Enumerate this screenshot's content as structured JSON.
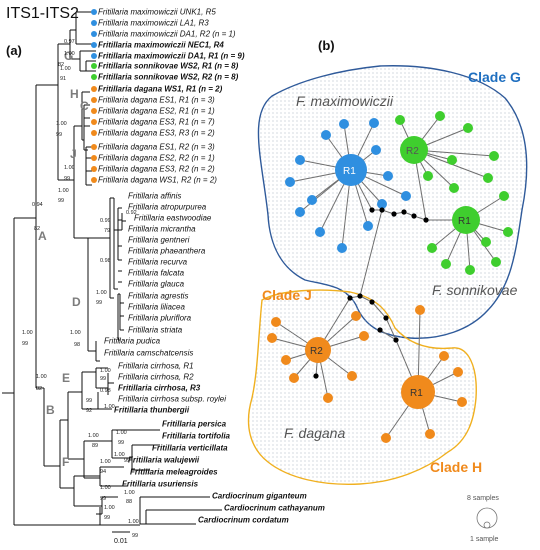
{
  "title": "ITS1-ITS2",
  "panel_a": "(a)",
  "panel_b": "(b)",
  "tree": {
    "tips": [
      {
        "label": "Fritillaria maximowiczii UNK1, R5",
        "bold": false,
        "dot": "#2f8fe0"
      },
      {
        "label": "Fritillaria maximowiczii LA1, R3",
        "bold": false,
        "dot": "#2f8fe0"
      },
      {
        "label": "Fritillaria maximowiczii DA1, R2 (n = 1)",
        "bold": false,
        "dot": "#2f8fe0"
      },
      {
        "label": "Fritillaria maximowiczii NEC1, R4",
        "bold": true,
        "dot": "#2f8fe0"
      },
      {
        "label": "Fritillaria maximowiczii DA1, R1 (n = 9)",
        "bold": true,
        "dot": "#2f8fe0"
      },
      {
        "label": "Fritillaria sonnikovae WS2, R1 (n = 8)",
        "bold": true,
        "dot": "#3fce2e"
      },
      {
        "label": "Fritillaria sonnikovae WS2, R2 (n = 8)",
        "bold": true,
        "dot": "#3fce2e"
      },
      {
        "label": "Fritillaria dagana WS1, R1 (n = 2)",
        "bold": true,
        "dot": "#f08a1c"
      },
      {
        "label": "Fritillaria dagana ES1, R1 (n = 3)",
        "bold": false,
        "dot": "#f08a1c"
      },
      {
        "label": "Fritillaria dagana ES2, R1 (n = 1)",
        "bold": false,
        "dot": "#f08a1c"
      },
      {
        "label": "Fritillaria dagana ES3, R1 (n = 7)",
        "bold": false,
        "dot": "#f08a1c"
      },
      {
        "label": "Fritillaria dagana ES3, R3 (n = 2)",
        "bold": false,
        "dot": "#f08a1c"
      },
      {
        "label": "Fritillaria dagana ES1, R2 (n = 3)",
        "bold": false,
        "dot": "#f08a1c"
      },
      {
        "label": "Fritillaria dagana ES2, R2 (n = 1)",
        "bold": false,
        "dot": "#f08a1c"
      },
      {
        "label": "Fritillaria dagana ES3, R2 (n = 2)",
        "bold": false,
        "dot": "#f08a1c"
      },
      {
        "label": "Fritillaria dagana WS1, R2 (n = 2)",
        "bold": false,
        "dot": "#f08a1c"
      },
      {
        "label": "Fritillaria affinis",
        "bold": false,
        "dot": ""
      },
      {
        "label": "Fritillaria atropurpurea",
        "bold": false,
        "dot": ""
      },
      {
        "label": "Fritillaria eastwoodiae",
        "bold": false,
        "dot": ""
      },
      {
        "label": "Fritillaria micrantha",
        "bold": false,
        "dot": ""
      },
      {
        "label": "Fritillaria gentneri",
        "bold": false,
        "dot": ""
      },
      {
        "label": "Fritillaria phaeanthera",
        "bold": false,
        "dot": ""
      },
      {
        "label": "Fritillaria recurva",
        "bold": false,
        "dot": ""
      },
      {
        "label": "Fritillaria falcata",
        "bold": false,
        "dot": ""
      },
      {
        "label": "Fritillaria glauca",
        "bold": false,
        "dot": ""
      },
      {
        "label": "Fritillaria agrestis",
        "bold": false,
        "dot": ""
      },
      {
        "label": "Fritillaria liliacea",
        "bold": false,
        "dot": ""
      },
      {
        "label": "Fritillaria pluriflora",
        "bold": false,
        "dot": ""
      },
      {
        "label": "Fritillaria striata",
        "bold": false,
        "dot": ""
      },
      {
        "label": "Fritillaria pudica",
        "bold": false,
        "dot": ""
      },
      {
        "label": "Fritillaria camschatcensis",
        "bold": false,
        "dot": ""
      },
      {
        "label": "Fritillaria cirrhosa, R1",
        "bold": false,
        "dot": ""
      },
      {
        "label": "Fritillaria cirrhosa, R2",
        "bold": false,
        "dot": ""
      },
      {
        "label": "Fritillaria cirrhosa, R3",
        "bold": true,
        "dot": ""
      },
      {
        "label": "Fritillaria cirrhosa subsp. roylei",
        "bold": false,
        "dot": ""
      },
      {
        "label": "Fritillaria thunbergii",
        "bold": true,
        "dot": ""
      },
      {
        "label": "Fritillaria persica",
        "bold": true,
        "dot": ""
      },
      {
        "label": "Fritillaria tortifolia",
        "bold": true,
        "dot": ""
      },
      {
        "label": "Fritillaria verticillata",
        "bold": true,
        "dot": ""
      },
      {
        "label": "Fritillaria walujewii",
        "bold": true,
        "dot": ""
      },
      {
        "label": "Fritillaria meleagroides",
        "bold": true,
        "dot": ""
      },
      {
        "label": "Fritillaria usuriensis",
        "bold": true,
        "dot": ""
      },
      {
        "label": "Cardiocrinum giganteum",
        "bold": true,
        "dot": ""
      },
      {
        "label": "Cardiocrinum cathayanum",
        "bold": true,
        "dot": ""
      },
      {
        "label": "Cardiocrinum cordatum",
        "bold": true,
        "dot": ""
      }
    ],
    "clade_letters": [
      "A",
      "B",
      "C",
      "D",
      "E",
      "F",
      "G",
      "H",
      "J"
    ],
    "support_values": [
      "0.97",
      "1.00",
      "1.00",
      "82",
      "91",
      "1.00",
      "99",
      "1.00",
      "99",
      "1.00",
      "99",
      "0.99",
      "79",
      "0.92",
      "0.98",
      "1.00",
      "99",
      "1.00",
      "98",
      "0.94",
      "82",
      "1.00",
      "99",
      "1.00",
      "82",
      "1.00",
      "99",
      "0.98",
      "1.00",
      "99",
      "92",
      "1.00",
      "94",
      "1.00",
      "89",
      "1.00",
      "99",
      "1.00",
      "99",
      "1.00",
      "99",
      "1.00",
      "99",
      "1.00",
      "88",
      "1.00",
      "99"
    ],
    "scale_label": "0.01"
  },
  "network": {
    "species_labels": [
      "F. maximowiczii",
      "F. sonnikovae",
      "F. dagana"
    ],
    "clade_labels": [
      "Clade G",
      "Clade J",
      "Clade H"
    ],
    "node_labels": [
      "R1",
      "R2",
      "R1",
      "R2",
      "R1"
    ],
    "legend": {
      "large": "8 samples",
      "small": "1 sample"
    }
  },
  "colors": {
    "blue": "#2f8fe0",
    "green": "#3fce2e",
    "orange": "#f08a1c",
    "clade_g_border": "#2f5a9a",
    "clade_h_border": "#f0b020",
    "clade_g_text": "#1f6fc0",
    "clade_h_text": "#f08a1c"
  }
}
